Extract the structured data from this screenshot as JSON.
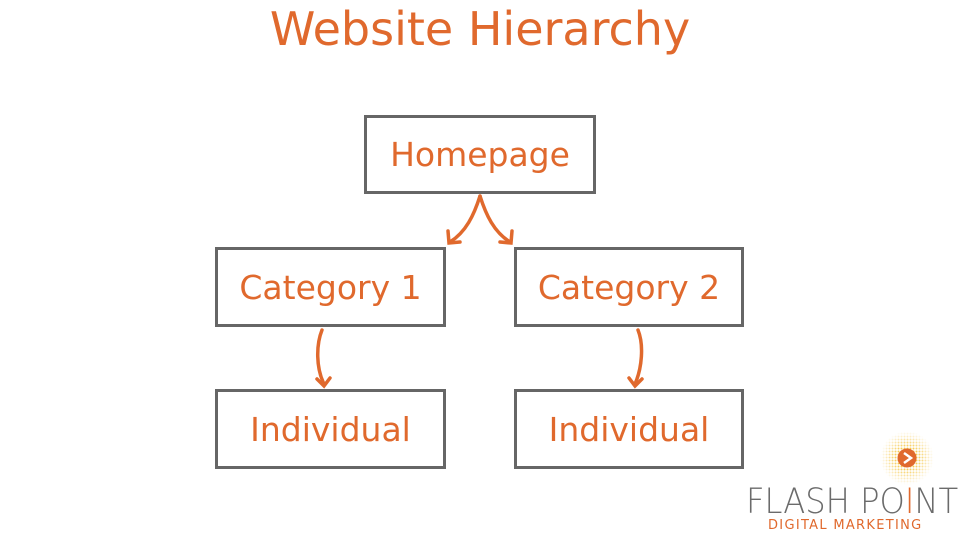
{
  "title": "Website Hierarchy",
  "nodes": {
    "homepage": "Homepage",
    "category1": "Category 1",
    "category2": "Category 2",
    "individual1": "Individual",
    "individual2": "Individual"
  },
  "logo": {
    "name_part1": "FLASH PO",
    "name_i": "I",
    "name_part2": "NT",
    "tagline": "DIGITAL MARKETING"
  },
  "colors": {
    "accent": "#e0692d",
    "border": "#666666"
  }
}
